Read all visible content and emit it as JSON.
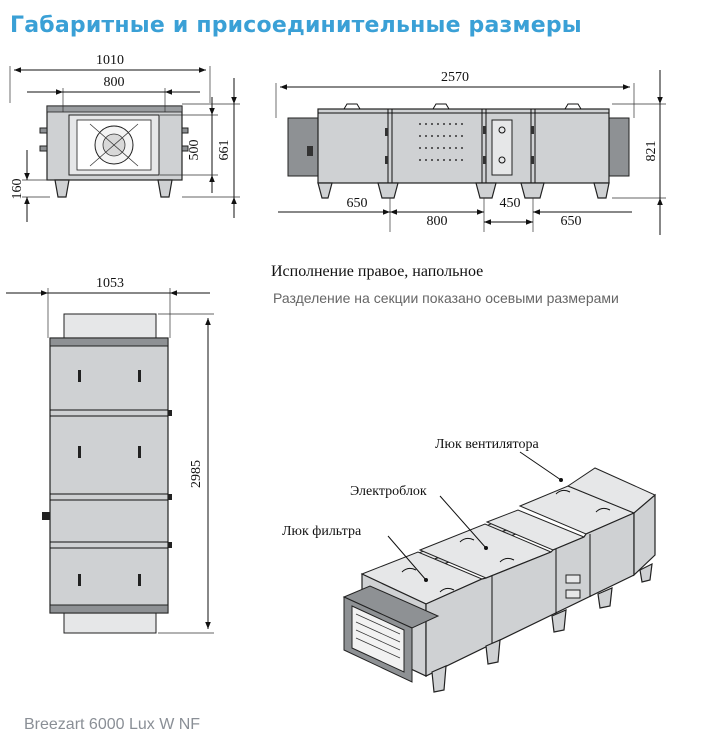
{
  "title": "Габаритные и присоединительные размеры",
  "caption_execution": "Исполнение правое, напольное",
  "caption_sections": "Разделение на секции показано осевыми размерами",
  "model": "Breezart 6000 Lux W NF",
  "front_view": {
    "width_outer": "1010",
    "width_inner": "800",
    "height_duct": "500",
    "height_total": "661",
    "height_feet": "160"
  },
  "side_view": {
    "length_total": "2570",
    "height_total": "821",
    "section_1": "650",
    "section_2": "800",
    "section_3": "450",
    "section_4": "650"
  },
  "top_view": {
    "width": "1053",
    "length": "2985"
  },
  "iso_view": {
    "label_fan_hatch": "Люк вентилятора",
    "label_electro": "Электроблок",
    "label_filter_hatch": "Люк фильтра"
  }
}
